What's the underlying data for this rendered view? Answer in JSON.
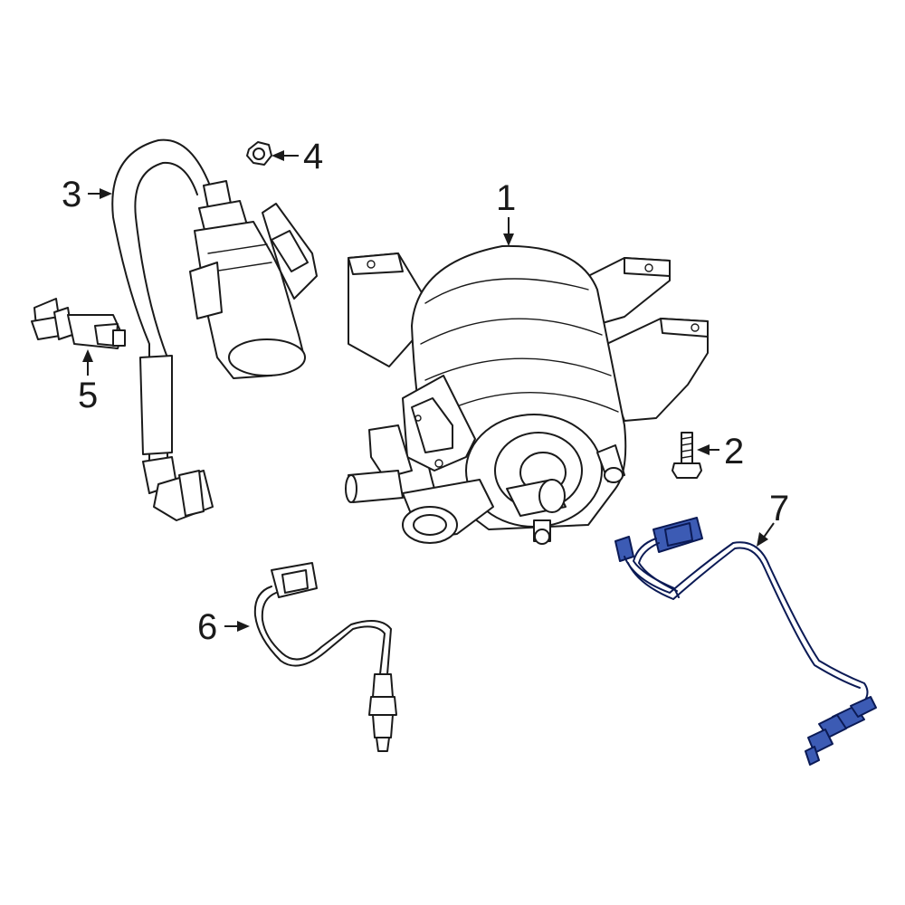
{
  "diagram": {
    "callouts": [
      {
        "id": "1",
        "label": "1"
      },
      {
        "id": "2",
        "label": "2"
      },
      {
        "id": "3",
        "label": "3"
      },
      {
        "id": "4",
        "label": "4"
      },
      {
        "id": "5",
        "label": "5"
      },
      {
        "id": "6",
        "label": "6"
      },
      {
        "id": "7",
        "label": "7"
      }
    ],
    "highlight_color": "#3c5bb4",
    "highlight_outline": "#0b1a55",
    "line_color": "#1a1a1a",
    "background": "#ffffff"
  }
}
